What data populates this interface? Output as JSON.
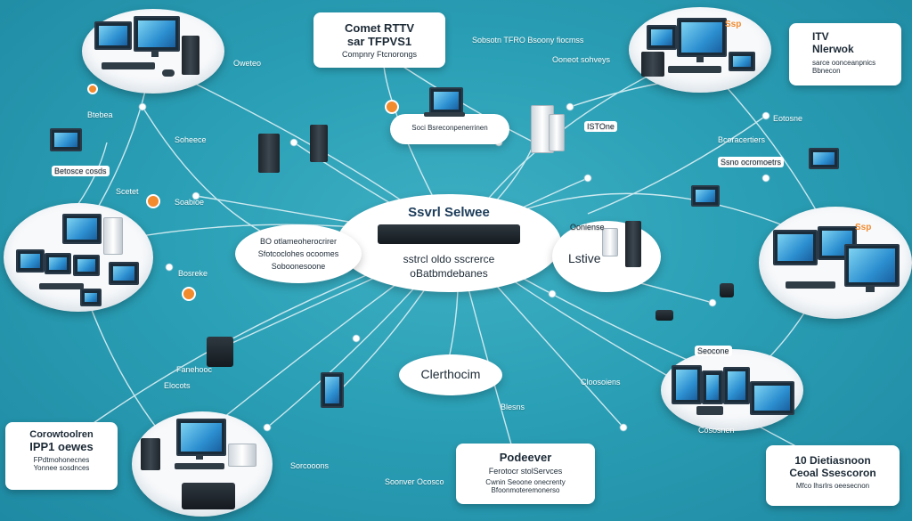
{
  "center": {
    "title": "Ssvrl Selwee",
    "line1": "sstrcl oldo sscrerce",
    "line2": "oBatbmdebanes"
  },
  "panels": {
    "top_center": {
      "line1": "Comet RTTV",
      "line2": "sar TFPVS1",
      "line3": "Compnry Ftcnorongs"
    },
    "top_right": {
      "line1": "ITV",
      "line2": "Nlerwok",
      "line3": "sarce oonceanpnics",
      "line4": "Bbnecon"
    },
    "bottom_left": {
      "line1": "Corowtoolren",
      "line2": "IPP1 oewes",
      "line3": "FPdtmohonecnes",
      "line4": "Yonnee sosdnces"
    },
    "bottom_center": {
      "line1": "Podeever",
      "line2": "Ferotocr stolServces",
      "line3": "Cwnin Seoone onecrenty",
      "line4": "Bfoonmoteremonerso"
    },
    "bottom_right": {
      "line1": "10 Dietiasnoon",
      "line2": "Ceoal Ssescoron",
      "line3": "Mfco lhsrlrs oeesecnon"
    }
  },
  "clouds": {
    "left": {
      "line1": "BO otlameoherocrirer",
      "line2": "Sfotcoclohes ocoomes",
      "line3": "Soboonesoone"
    },
    "right": {
      "line1": "Lstive"
    },
    "bottom": {
      "line1": "Clerthocim"
    },
    "mid_top": {
      "line1": "Soci Bsreconpenerrinen"
    }
  },
  "labels": [
    {
      "id": "top-feed",
      "text": "Sobsotn TFRO Bsoony fiocmss"
    },
    {
      "id": "top-link",
      "text": "Ooneot sohveys"
    },
    {
      "id": "right-chip",
      "text": "Ssno ocromoetrs"
    },
    {
      "id": "left-a",
      "text": "Oweteo"
    },
    {
      "id": "left-b",
      "text": "Btebea"
    },
    {
      "id": "left-c",
      "text": "Betosce cosds"
    },
    {
      "id": "left-d",
      "text": "Soheece"
    },
    {
      "id": "left-e",
      "text": "Scetet"
    },
    {
      "id": "left-f",
      "text": "Soabioe"
    },
    {
      "id": "left-g",
      "text": "Elocots"
    },
    {
      "id": "mid-a",
      "text": "Bosreke"
    },
    {
      "id": "mid-b",
      "text": "Fanehooc"
    },
    {
      "id": "right-a",
      "text": "Ooniense"
    },
    {
      "id": "right-b",
      "text": "Bcoracertiers"
    },
    {
      "id": "right-c",
      "text": "Eotosne"
    },
    {
      "id": "right-d",
      "text": "Seocone"
    },
    {
      "id": "right-e",
      "text": "Cloosoiens"
    },
    {
      "id": "right-f",
      "text": "Cososnen"
    },
    {
      "id": "bottom-a",
      "text": "Soonver Ocosco"
    },
    {
      "id": "bottom-b",
      "text": "Sorcooons"
    },
    {
      "id": "bottom-c",
      "text": "Blesns"
    },
    {
      "id": "tv-badge",
      "text": "Ssp"
    },
    {
      "id": "hub-badge",
      "text": "ISTOne"
    }
  ],
  "colors": {
    "background": "#2a9fb5",
    "accent": "#f28a2e",
    "node": "#f7f9fb"
  }
}
